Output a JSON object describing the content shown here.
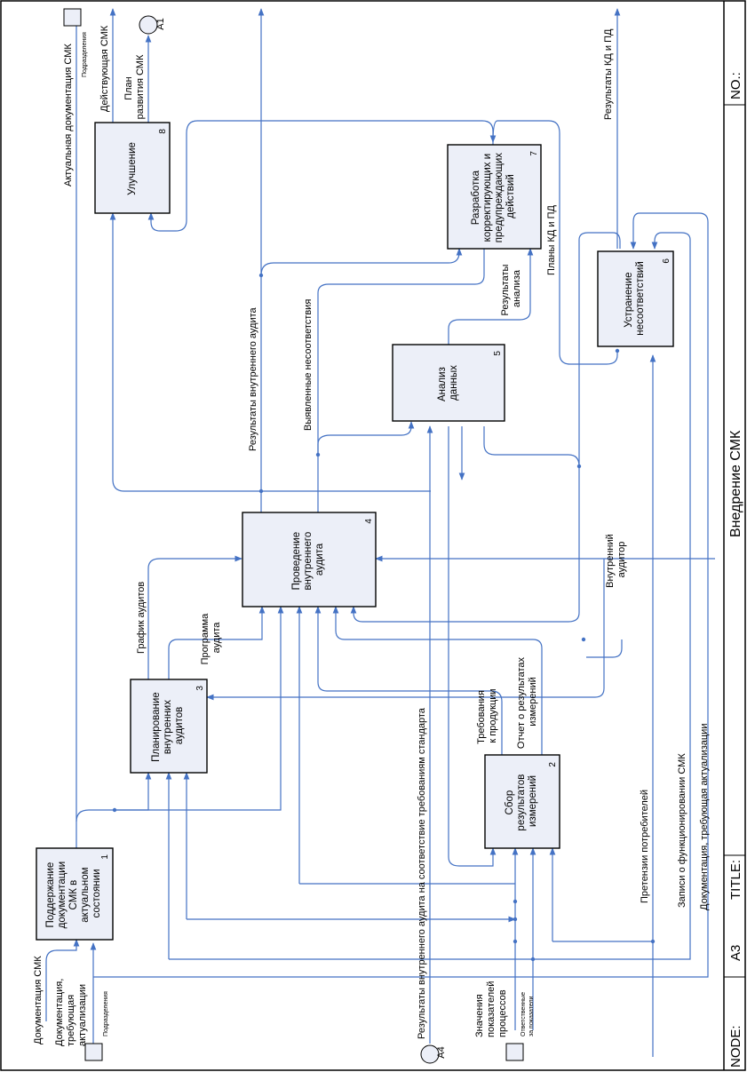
{
  "frame": {
    "node_label": "NODE:",
    "node_value": "A3",
    "title_label": "TITLE:",
    "title_value": "Внедрение СМК",
    "no_label": "NO.:"
  },
  "boxes": [
    {
      "num": "1",
      "lines": [
        "Поддержание",
        "документации",
        "СМК в",
        "актуальном",
        "состоянии"
      ]
    },
    {
      "num": "2",
      "lines": [
        "Сбор",
        "результатов",
        "измерений"
      ]
    },
    {
      "num": "3",
      "lines": [
        "Планирование",
        "внутренних",
        "аудитов"
      ]
    },
    {
      "num": "4",
      "lines": [
        "Проведение",
        "внутреннего",
        "аудита"
      ]
    },
    {
      "num": "5",
      "lines": [
        "Анализ",
        "данных"
      ]
    },
    {
      "num": "6",
      "lines": [
        "Устранение",
        "несоответствий"
      ]
    },
    {
      "num": "7",
      "lines": [
        "Разработка",
        "корректирующих и",
        "предупреждающих",
        "действий"
      ]
    },
    {
      "num": "8",
      "lines": [
        "Улучшение"
      ]
    }
  ],
  "labels": {
    "doc_smk": "Документация СМК",
    "doc_needing_update": [
      "Документация,",
      "требующая",
      "актуализации"
    ],
    "podrazdeleniya": "Подразделения",
    "actual_doc": "Актуальная документация СМК",
    "current_smk": "Действующая СМК",
    "plan": [
      "План",
      "развития СМК"
    ],
    "a1": "A1",
    "a4": "A4",
    "audit_schedule": "График аудитов",
    "audit_program": [
      "Программа",
      "аудита"
    ],
    "internal_auditor": [
      "Внутренний",
      "аудитор"
    ],
    "audit_results": "Результаты внутреннего аудита",
    "nonconformities": "Выявленные несоответствия",
    "analysis_results": [
      "Результаты",
      "анализа"
    ],
    "plans_kd": "Планы КД и ПД",
    "results_kd": "Результаты КД и ПД",
    "product_reqs": [
      "Требования",
      "к продукции"
    ],
    "measure_report": [
      "Отчет о результатах",
      "измерений"
    ],
    "audit_compliance": "Результаты внутреннего аудита на соответствие требованиям стандарта",
    "process_values": [
      "Значения",
      "показателей",
      "процессов"
    ],
    "responsible": [
      "Ответственные",
      "за показатели"
    ],
    "customer_claims": "Претензии потребителей",
    "smk_records": "Записи о функционировании СМК",
    "doc_update": "Документация, требующая актуализации"
  }
}
